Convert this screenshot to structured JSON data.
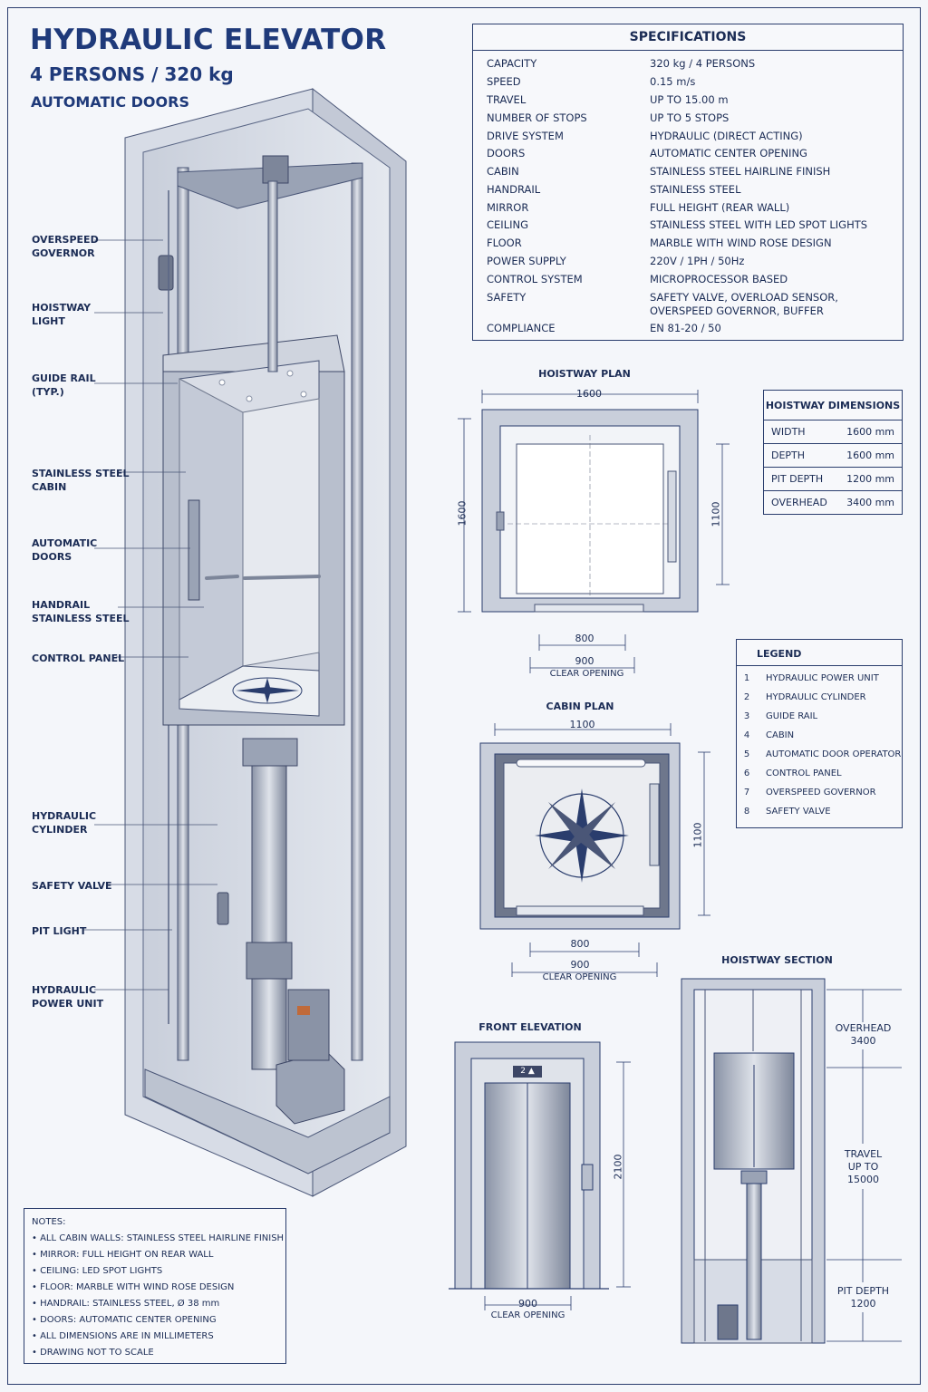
{
  "header": {
    "title": "HYDRAULIC ELEVATOR",
    "subtitle": "4 PERSONS / 320 kg",
    "subtitle2": "AUTOMATIC DOORS"
  },
  "callouts": [
    {
      "line1": "OVERSPEED",
      "line2": "GOVERNOR"
    },
    {
      "line1": "HOISTWAY",
      "line2": "LIGHT"
    },
    {
      "line1": "GUIDE RAIL",
      "line2": "(TYP.)"
    },
    {
      "line1": "STAINLESS STEEL",
      "line2": "CABIN"
    },
    {
      "line1": "AUTOMATIC",
      "line2": "DOORS"
    },
    {
      "line1": "HANDRAIL",
      "line2": "STAINLESS STEEL"
    },
    {
      "line1": "CONTROL PANEL",
      "line2": ""
    },
    {
      "line1": "HYDRAULIC",
      "line2": "CYLINDER"
    },
    {
      "line1": "SAFETY VALVE",
      "line2": ""
    },
    {
      "line1": "PIT LIGHT",
      "line2": ""
    },
    {
      "line1": "HYDRAULIC",
      "line2": "POWER UNIT"
    }
  ],
  "specifications": {
    "title": "SPECIFICATIONS",
    "rows": [
      {
        "k": "CAPACITY",
        "v": "320 kg / 4 PERSONS"
      },
      {
        "k": "SPEED",
        "v": "0.15 m/s"
      },
      {
        "k": "TRAVEL",
        "v": "UP TO 15.00 m"
      },
      {
        "k": "NUMBER OF STOPS",
        "v": "UP TO 5 STOPS"
      },
      {
        "k": "DRIVE SYSTEM",
        "v": "HYDRAULIC (DIRECT ACTING)"
      },
      {
        "k": "DOORS",
        "v": "AUTOMATIC CENTER OPENING"
      },
      {
        "k": "CABIN",
        "v": "STAINLESS STEEL HAIRLINE FINISH"
      },
      {
        "k": "HANDRAIL",
        "v": "STAINLESS STEEL"
      },
      {
        "k": "MIRROR",
        "v": "FULL HEIGHT (REAR WALL)"
      },
      {
        "k": "CEILING",
        "v": "STAINLESS STEEL WITH LED SPOT LIGHTS"
      },
      {
        "k": "FLOOR",
        "v": "MARBLE WITH WIND ROSE DESIGN"
      },
      {
        "k": "POWER SUPPLY",
        "v": "220V / 1PH / 50Hz"
      },
      {
        "k": "CONTROL SYSTEM",
        "v": "MICROPROCESSOR BASED"
      },
      {
        "k": "SAFETY",
        "v": "SAFETY VALVE, OVERLOAD SENSOR,\nOVERSPEED GOVERNOR, BUFFER"
      },
      {
        "k": "COMPLIANCE",
        "v": "EN 81-20 / 50"
      }
    ]
  },
  "hoistway_plan": {
    "title": "HOISTWAY PLAN",
    "width": "1600",
    "depth": "1600",
    "cabin_depth": "1100",
    "door": "800",
    "opening": "900",
    "opening_label": "CLEAR OPENING"
  },
  "hoistway_dimensions": {
    "title": "HOISTWAY DIMENSIONS",
    "rows": [
      {
        "k": "WIDTH",
        "v": "1600 mm"
      },
      {
        "k": "DEPTH",
        "v": "1600 mm"
      },
      {
        "k": "PIT DEPTH",
        "v": "1200 mm"
      },
      {
        "k": "OVERHEAD",
        "v": "3400 mm"
      }
    ]
  },
  "legend": {
    "title": "LEGEND",
    "items": [
      {
        "n": "1",
        "t": "HYDRAULIC POWER UNIT"
      },
      {
        "n": "2",
        "t": "HYDRAULIC CYLINDER"
      },
      {
        "n": "3",
        "t": "GUIDE RAIL"
      },
      {
        "n": "4",
        "t": "CABIN"
      },
      {
        "n": "5",
        "t": "AUTOMATIC DOOR OPERATOR"
      },
      {
        "n": "6",
        "t": "CONTROL PANEL"
      },
      {
        "n": "7",
        "t": "OVERSPEED GOVERNOR"
      },
      {
        "n": "8",
        "t": "SAFETY VALVE"
      }
    ]
  },
  "cabin_plan": {
    "title": "CABIN PLAN",
    "width": "1100",
    "depth": "1100",
    "door": "800",
    "opening": "900",
    "opening_label": "CLEAR OPENING"
  },
  "front_elevation": {
    "title": "FRONT ELEVATION",
    "floor_indicator": "2 ▲",
    "height": "2100",
    "opening": "900",
    "opening_label": "CLEAR OPENING"
  },
  "hoistway_section": {
    "title": "HOISTWAY SECTION",
    "overhead_label": "OVERHEAD",
    "overhead_value": "3400",
    "travel_label1": "TRAVEL",
    "travel_label2": "UP TO",
    "travel_value": "15000",
    "pit_label": "PIT DEPTH",
    "pit_value": "1200"
  },
  "notes": {
    "title": "NOTES:",
    "items": [
      "•  ALL CABIN WALLS: STAINLESS STEEL HAIRLINE FINISH",
      "•  MIRROR: FULL HEIGHT ON REAR WALL",
      "•  CEILING: LED SPOT LIGHTS",
      "•  FLOOR: MARBLE WITH WIND ROSE DESIGN",
      "•  HANDRAIL: STAINLESS STEEL, Ø 38 mm",
      "•  DOORS: AUTOMATIC CENTER OPENING",
      "•  ALL DIMENSIONS ARE IN MILLIMETERS",
      "•  DRAWING NOT TO SCALE"
    ]
  },
  "colors": {
    "ink": "#1b2c55",
    "title": "#1f3a7a",
    "paper": "#f4f6fa",
    "steel": "#aeb6c6"
  }
}
